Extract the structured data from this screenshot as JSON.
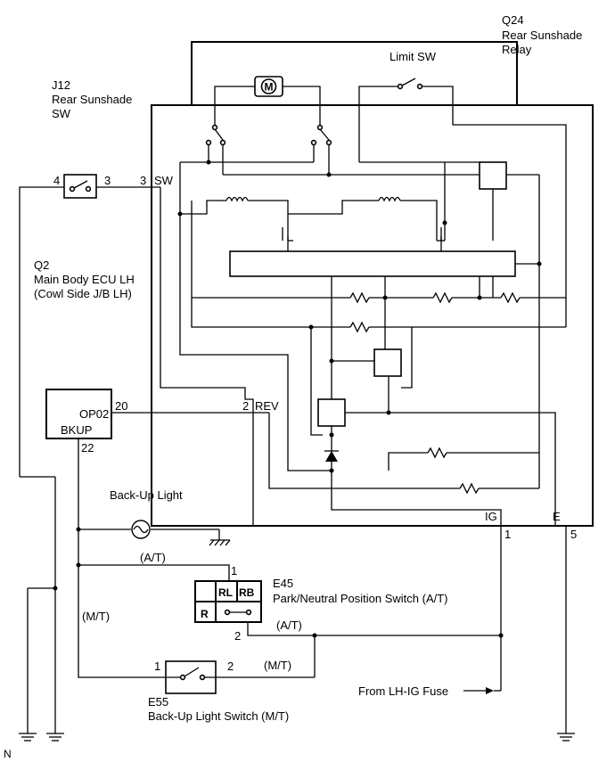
{
  "relay": {
    "id": "Q24",
    "name_line1": "Rear Sunshade",
    "name_line2": "Relay"
  },
  "sunshade_sw": {
    "id": "J12",
    "name_line1": "Rear Sunshade",
    "name_line2": "SW",
    "pin_left": "4",
    "pin_right": "3"
  },
  "ecu": {
    "id": "Q2",
    "name_line1": "Main Body ECU LH",
    "name_line2": "(Cowl Side J/B LH)",
    "terminal_top": "OP02",
    "terminal_bottom": "BKUP",
    "pin_top": "20",
    "pin_bottom": "22"
  },
  "relay_pins": {
    "sw_pin": "3",
    "sw_label": "SW",
    "rev_pin": "2",
    "rev_label": "REV",
    "ig_label": "IG",
    "ig_pin": "1",
    "e_label": "E",
    "e_pin": "5"
  },
  "limit_sw_label": "Limit SW",
  "motor_label": "M",
  "backup_light_label": "Back-Up Light",
  "pnp_switch": {
    "id": "E45",
    "name": "Park/Neutral Position Switch (A/T)",
    "pin1": "1",
    "pin2": "2",
    "cell_rl": "RL",
    "cell_rb": "RB",
    "cell_r": "R"
  },
  "backup_switch": {
    "id": "E55",
    "name": "Back-Up Light Switch (M/T)",
    "pin1": "1",
    "pin2": "2"
  },
  "annotations": {
    "at_top": "(A/T)",
    "at_right": "(A/T)",
    "mt_left": "(M/T)",
    "mt_right": "(M/T)"
  },
  "fuse_label": "From LH-IG Fuse",
  "corner_label": "N"
}
